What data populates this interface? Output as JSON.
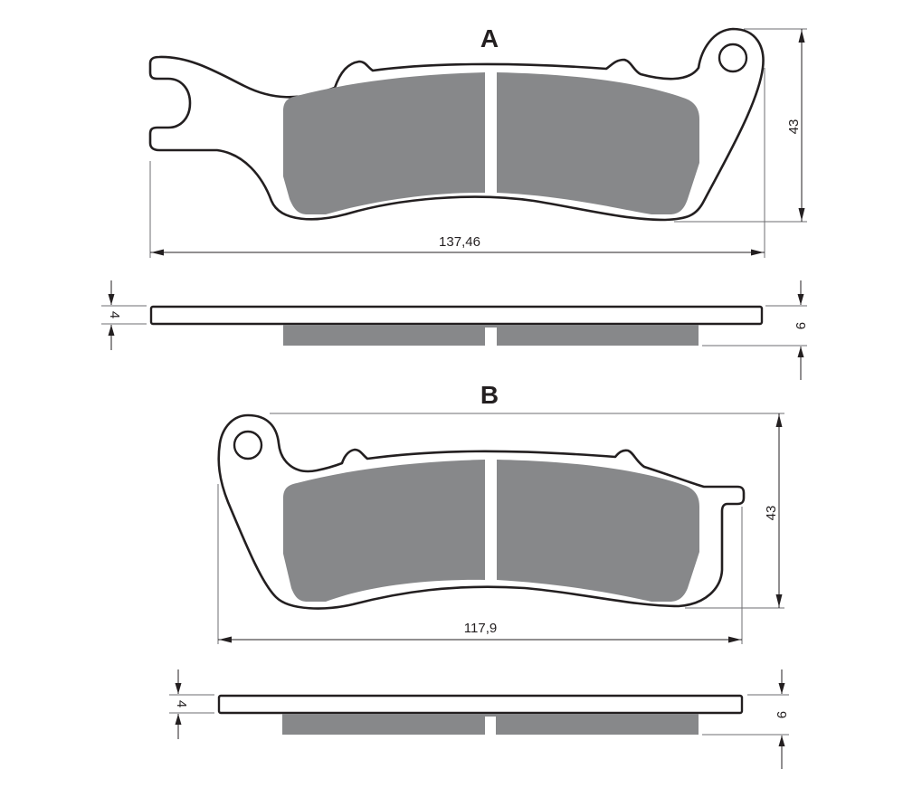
{
  "diagram": {
    "type": "technical-drawing",
    "subject": "brake pad pair",
    "colors": {
      "outline": "#231f20",
      "friction_material": "#87888a",
      "background": "#ffffff",
      "extension_line": "#6d6e71"
    },
    "pads": [
      {
        "label": "A",
        "front_view": {
          "width_dim": "137,46",
          "height_dim": "43"
        },
        "side_view": {
          "backplate_thickness_dim": "4",
          "total_thickness_dim": "9"
        }
      },
      {
        "label": "B",
        "front_view": {
          "width_dim": "117,9",
          "height_dim": "43"
        },
        "side_view": {
          "backplate_thickness_dim": "4",
          "total_thickness_dim": "9"
        }
      }
    ]
  }
}
